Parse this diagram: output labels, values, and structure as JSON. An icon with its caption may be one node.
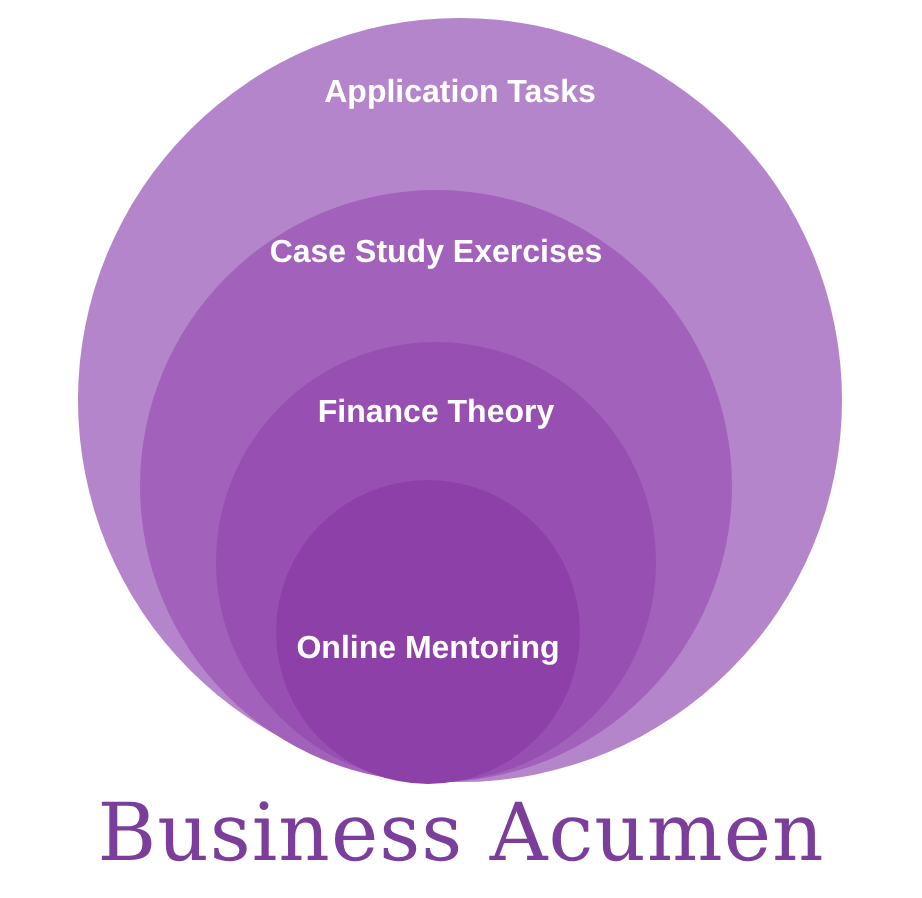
{
  "diagram": {
    "title": "Business Acumen",
    "nodes": [
      {
        "text": [
          "Application Tasks"
        ]
      },
      {
        "text": [
          "Case Study Exercises"
        ],
        "in": 0
      },
      {
        "text": [
          "Finance Theory"
        ],
        "in": 1
      },
      {
        "text": [
          "Online Mentoring"
        ],
        "in": 2
      }
    ]
  }
}
